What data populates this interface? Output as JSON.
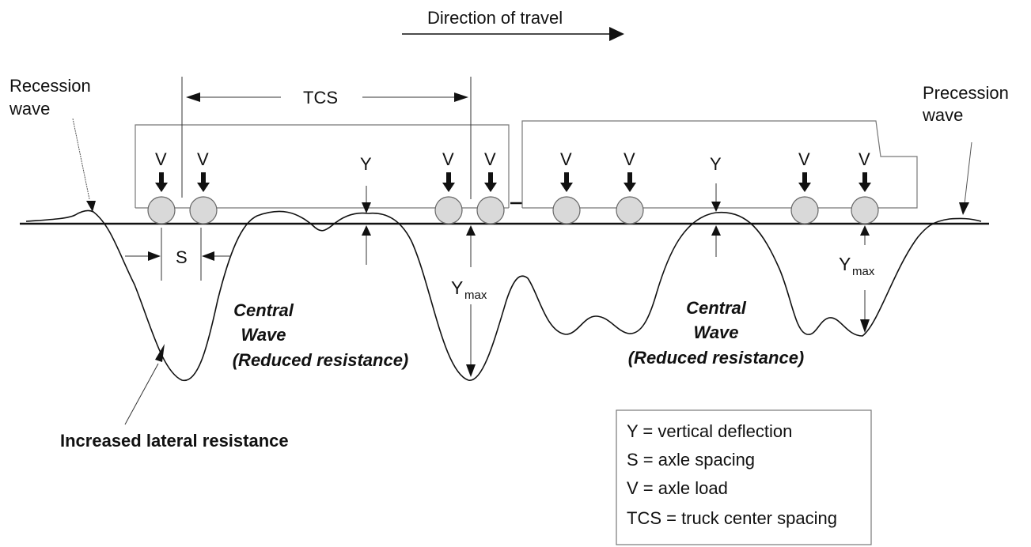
{
  "diagram": {
    "direction_label": "Direction of travel",
    "tcs_label": "TCS",
    "recession_label_line1": "Recession",
    "recession_label_line2": "wave",
    "precession_label_line1": "Precession",
    "precession_label_line2": "wave",
    "axle_load_label": "V",
    "deflection_label": "Y",
    "ymax_label_main": "Y",
    "ymax_label_sub": "max",
    "spacing_label": "S",
    "central_wave": {
      "line1": "Central",
      "line2": "Wave",
      "line3": "(Reduced resistance)"
    },
    "increased_resistance_label": "Increased lateral resistance",
    "legend": [
      "Y = vertical deflection",
      "S = axle spacing",
      "V = axle load",
      "TCS = truck center spacing"
    ]
  }
}
